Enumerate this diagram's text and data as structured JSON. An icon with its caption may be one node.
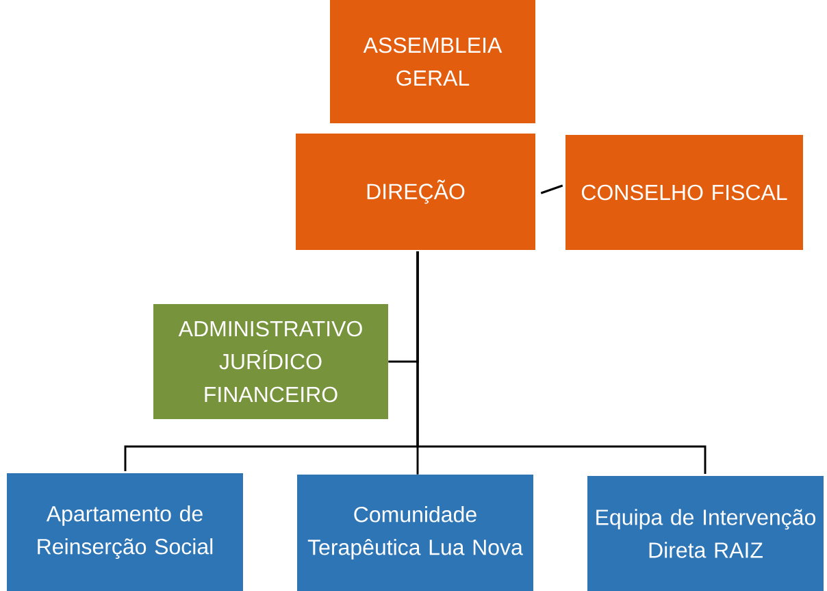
{
  "diagram": {
    "nodes": [
      {
        "text": [
          "ASSEMBLEIA GERAL"
        ]
      },
      {
        "text": [
          "DIREÇÃO"
        ]
      },
      {
        "text": [
          "CONSELHO FISCAL"
        ]
      },
      {
        "text": [
          "ADMINISTRATIVO JURÍDICO FINANCEIRO"
        ]
      },
      {
        "text": [
          "Apartamento de Reinserção Social"
        ]
      },
      {
        "text": [
          "Comunidade Terapêutica Lua Nova"
        ]
      },
      {
        "text": [
          "Equipa de Intervenção Direta RAIZ"
        ]
      }
    ],
    "edges": [
      {
        "from": 1,
        "to": 2,
        "arrow": "none"
      },
      {
        "from": 1,
        "to": 3,
        "arrow": "none"
      },
      {
        "from": 1,
        "to": 4,
        "arrow": "none"
      },
      {
        "from": 1,
        "to": 5,
        "arrow": "none"
      },
      {
        "from": 1,
        "to": 6,
        "arrow": "none"
      }
    ]
  }
}
